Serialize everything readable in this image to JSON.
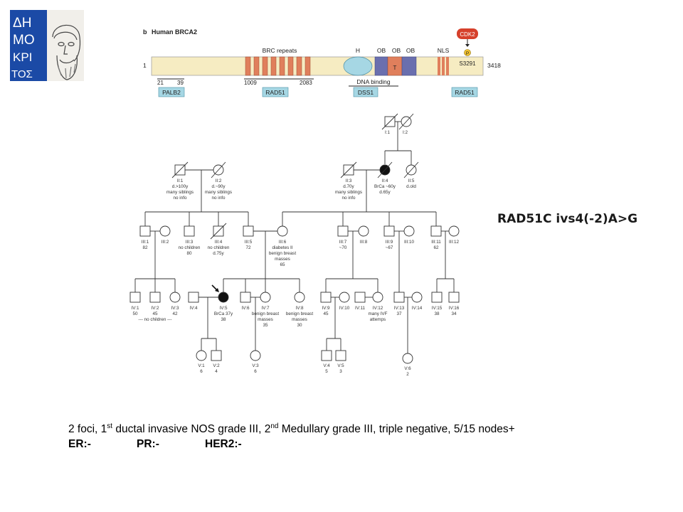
{
  "logo": {
    "letters": [
      "ΔΗ",
      "ΜΟ",
      "ΚΡΙ",
      "ΤΟΣ"
    ],
    "bg": "#1b4aa6"
  },
  "brca": {
    "label_b": "b",
    "title": "Human BRCA2",
    "start": "1",
    "end": "3418",
    "brc_repeats": "BRC repeats",
    "h": "H",
    "ob1": "OB",
    "ob2": "OB",
    "ob3": "OB",
    "t": "T",
    "nls": "NLS",
    "cdk2": "CDK2",
    "p": "P",
    "s3291": "S3291",
    "dna_binding": "DNA binding",
    "pos21": "21",
    "pos39": "39",
    "pos1009": "1009",
    "pos2083": "2083",
    "box_palb2": "PALB2",
    "box_rad51a": "RAD51",
    "box_dss1": "DSS1",
    "box_rad51b": "RAD51"
  },
  "pedigree": {
    "I1": "I:1",
    "I2": "I:2",
    "II1": "II:1",
    "II1a": "d.>100y",
    "II1b": "many siblings",
    "II1c": "no info",
    "II2": "II:2",
    "II2a": "d.~90y",
    "II2b": "many siblings",
    "II2c": "no info",
    "II3": "II:3",
    "II3a": "d.70y",
    "II3b": "many siblings",
    "II3c": "no info",
    "II4": "II:4",
    "II4a": "BrCa ~60y",
    "II4b": "d.65y",
    "II5": "II:5",
    "II5a": "d.old",
    "III1": "III:1",
    "III1a": "82",
    "III2": "III:2",
    "III3": "III:3",
    "III3a": "no children",
    "III3b": "80",
    "III4": "III:4",
    "III4a": "no children",
    "III4b": "d.75y",
    "III5": "III:5",
    "III5a": "72",
    "III6": "III:6",
    "III6a": "diabetes II",
    "III6b": "benign breast",
    "III6c": "masses",
    "III6d": "65",
    "III7": "III:7",
    "III7a": "~70",
    "III8": "III:8",
    "III9": "III:9",
    "III9a": "~67",
    "III10": "III:10",
    "III11": "III:11",
    "III11a": "62",
    "III12": "III:12",
    "IV1": "IV:1",
    "IV1a": "50",
    "IV2": "IV:2",
    "IV2a": "45",
    "IV3": "IV:3",
    "IV3a": "42",
    "nochildren": "--- no children ---",
    "IV4": "IV:4",
    "IV5": "IV:5",
    "IV5a": "BrCa 37y",
    "IV5b": "38",
    "IV6": "IV:6",
    "IV7": "IV:7",
    "IV7a": "benign breast",
    "IV7b": "masses",
    "IV7c": "35",
    "IV8": "IV:8",
    "IV8a": "benign breast",
    "IV8b": "masses",
    "IV8c": "30",
    "IV9": "IV:9",
    "IV9a": "45",
    "IV10": "IV:10",
    "IV11": "IV:11",
    "IV12": "IV:12",
    "IV12a": "many IVF",
    "IV12b": "attemps",
    "IV13": "IV:13",
    "IV13a": "37",
    "IV14": "IV:14",
    "IV15": "IV:15",
    "IV15a": "38",
    "IV16": "IV:16",
    "IV16a": "34",
    "V1": "V:1",
    "V1a": "6",
    "V2": "V:2",
    "V2a": "4",
    "V3": "V:3",
    "V3a": "6",
    "V4": "V:4",
    "V4a": "5",
    "V5": "V:5",
    "V5a": "3",
    "V6": "V:6",
    "V6a": "2"
  },
  "mutation": "RAD51C  ivs4(-2)A>G",
  "note": {
    "part1": "2 foci, 1",
    "sup1": "st",
    "part2": " ductal invasive NOS grade III, 2",
    "sup2": "nd",
    "part3": "  Medullary grade III, triple negative, 5/15 nodes+"
  },
  "receptors": {
    "er": "ER:-",
    "pr": "PR:-",
    "her2": "HER2:-"
  }
}
